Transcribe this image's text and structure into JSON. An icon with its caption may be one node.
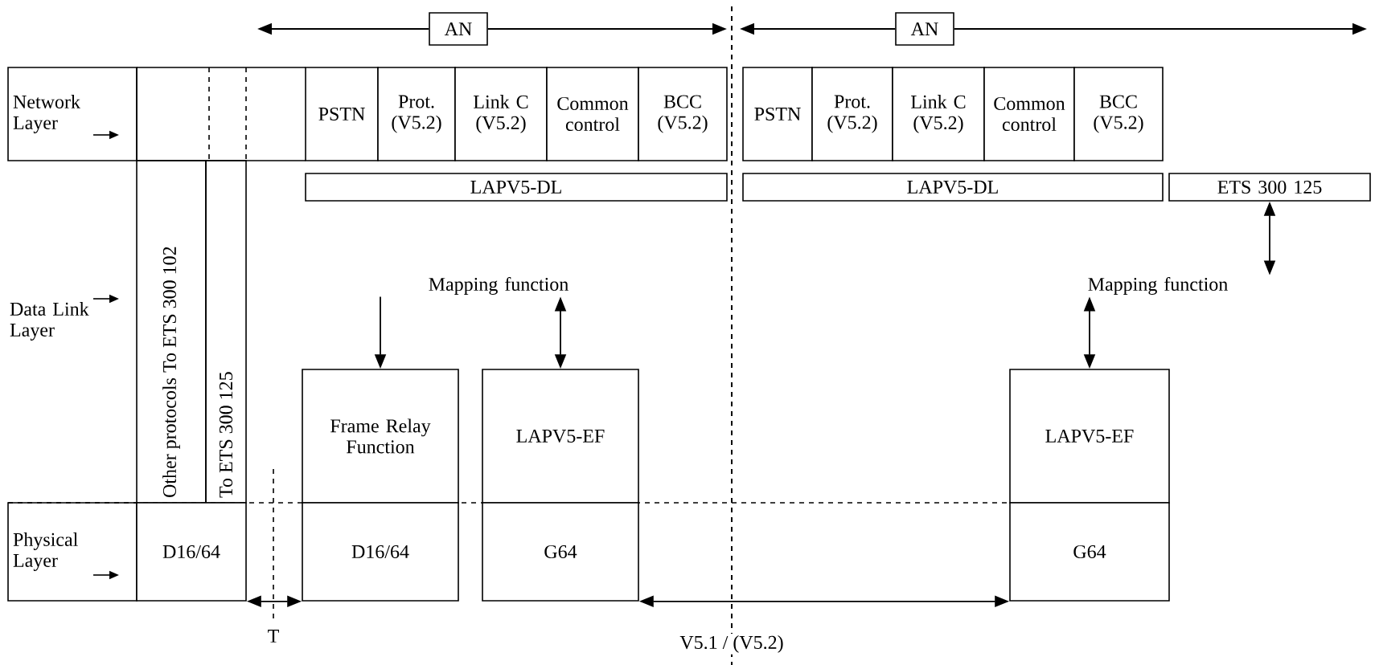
{
  "diagram": {
    "nodes": [
      {
        "text": [
          "AN"
        ]
      },
      {
        "text": [
          "AN"
        ]
      },
      {
        "text": [
          "Network Layer"
        ]
      },
      {
        "text": [
          "PSTN"
        ]
      },
      {
        "text": [
          "Prot. (V5.2)"
        ]
      },
      {
        "text": [
          "Link C (V5.2)"
        ]
      },
      {
        "text": [
          "Common control"
        ]
      },
      {
        "text": [
          "BCC (V5.2)"
        ]
      },
      {
        "text": [
          "PSTN"
        ]
      },
      {
        "text": [
          "Prot. (V5.2)"
        ]
      },
      {
        "text": [
          "Link C (V5.2)"
        ]
      },
      {
        "text": [
          "Common control"
        ]
      },
      {
        "text": [
          "BCC (V5.2)"
        ]
      },
      {
        "text": [
          "LAPV5-DL"
        ]
      },
      {
        "text": [
          "LAPV5-DL"
        ]
      },
      {
        "text": [
          "ETS 300 125"
        ]
      },
      {
        "text": [
          "Data Link Layer"
        ]
      },
      {
        "text": [
          "Other protocols To ETS 300 102"
        ]
      },
      {
        "text": [
          "To ETS 300 125"
        ]
      },
      {
        "text": [
          "Mapping function"
        ]
      },
      {
        "text": [
          "Mapping function"
        ]
      },
      {
        "text": [
          "Frame Relay Function"
        ]
      },
      {
        "text": [
          "LAPV5-EF"
        ]
      },
      {
        "text": [
          "LAPV5-EF"
        ]
      },
      {
        "text": [
          "Physical Layer"
        ]
      },
      {
        "text": [
          "D16/64"
        ]
      },
      {
        "text": [
          "D16/64"
        ]
      },
      {
        "text": [
          "G64"
        ]
      },
      {
        "text": [
          "G64"
        ]
      }
    ],
    "edges": [
      {
        "from": 0,
        "to": null,
        "arrow": "to"
      },
      {
        "from": 0,
        "to": null,
        "arrow": "to"
      },
      {
        "from": 1,
        "to": null,
        "arrow": "to"
      },
      {
        "from": 1,
        "to": null,
        "arrow": "to"
      },
      {
        "from": 19,
        "to": 21,
        "arrow": "to"
      },
      {
        "from": 19,
        "to": 22,
        "arrow": "both"
      },
      {
        "from": 20,
        "to": 23,
        "arrow": "both"
      },
      {
        "from": 15,
        "to": 20,
        "arrow": "both"
      },
      {
        "from": 25,
        "to": 26,
        "arrow": "both"
      },
      {
        "from": 27,
        "to": 28,
        "arrow": "both"
      }
    ],
    "labels": [
      "T",
      "V5.1 / (V5.2)"
    ]
  }
}
